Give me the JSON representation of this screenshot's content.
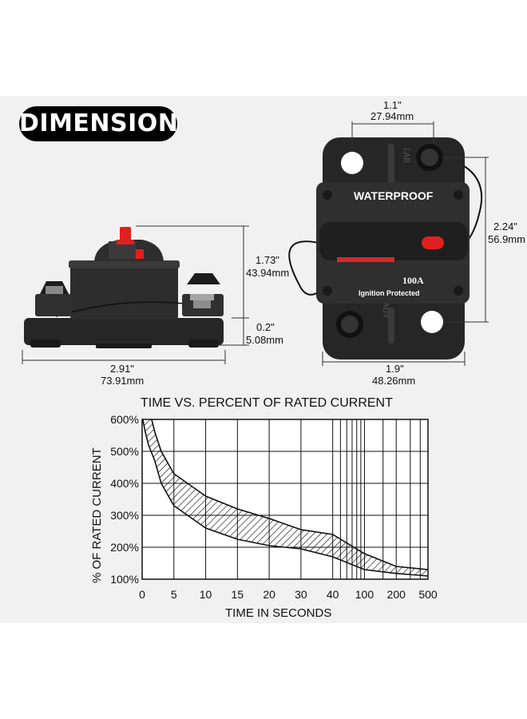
{
  "header": {
    "badge": "DIMENSION"
  },
  "breaker": {
    "face_label": "WATERPROOF",
    "rating_label": "100A",
    "note_label": "Ignition Protected",
    "side_marks": [
      "LAB",
      "AUX"
    ]
  },
  "dimensions": {
    "side_height": {
      "in": "1.73\"",
      "mm": "43.94mm"
    },
    "side_base": {
      "in": "0.2\"",
      "mm": "5.08mm"
    },
    "side_width": {
      "in": "2.91\"",
      "mm": "73.91mm"
    },
    "top_spacing": {
      "in": "1.1\"",
      "mm": "27.94mm"
    },
    "top_height": {
      "in": "2.24\"",
      "mm": "56.9mm"
    },
    "top_width": {
      "in": "1.9\"",
      "mm": "48.26mm"
    }
  },
  "colors": {
    "badge": "#000000",
    "breaker_body": "#2a2a2a",
    "red_accent": "#e02020",
    "panel": "#f1f1f1"
  },
  "chart_data": {
    "type": "area",
    "title": "TIME VS. PERCENT OF RATED CURRENT",
    "xlabel": "TIME IN SECONDS",
    "ylabel": "% OF RATED CURRENT",
    "x_ticks": [
      "0",
      "5",
      "10",
      "15",
      "20",
      "30",
      "40",
      "100",
      "200",
      "500"
    ],
    "y_ticks": [
      "100%",
      "200%",
      "300%",
      "400%",
      "500%",
      "600%"
    ],
    "ylim": [
      100,
      600
    ],
    "grid": true,
    "series": [
      {
        "values": [
          [
            0.1,
            600
          ],
          [
            0.5,
            560
          ],
          [
            1,
            520
          ],
          [
            2,
            470
          ],
          [
            3,
            400
          ],
          [
            5,
            330
          ],
          [
            10,
            260
          ],
          [
            15,
            225
          ],
          [
            20,
            205
          ],
          [
            30,
            195
          ],
          [
            40,
            170
          ],
          [
            100,
            130
          ],
          [
            200,
            118
          ],
          [
            500,
            110
          ]
        ]
      },
      {
        "values": [
          [
            1.5,
            600
          ],
          [
            2,
            560
          ],
          [
            3,
            500
          ],
          [
            5,
            430
          ],
          [
            10,
            360
          ],
          [
            15,
            320
          ],
          [
            20,
            290
          ],
          [
            30,
            255
          ],
          [
            40,
            240
          ],
          [
            100,
            180
          ],
          [
            200,
            140
          ],
          [
            500,
            130
          ]
        ]
      }
    ]
  }
}
